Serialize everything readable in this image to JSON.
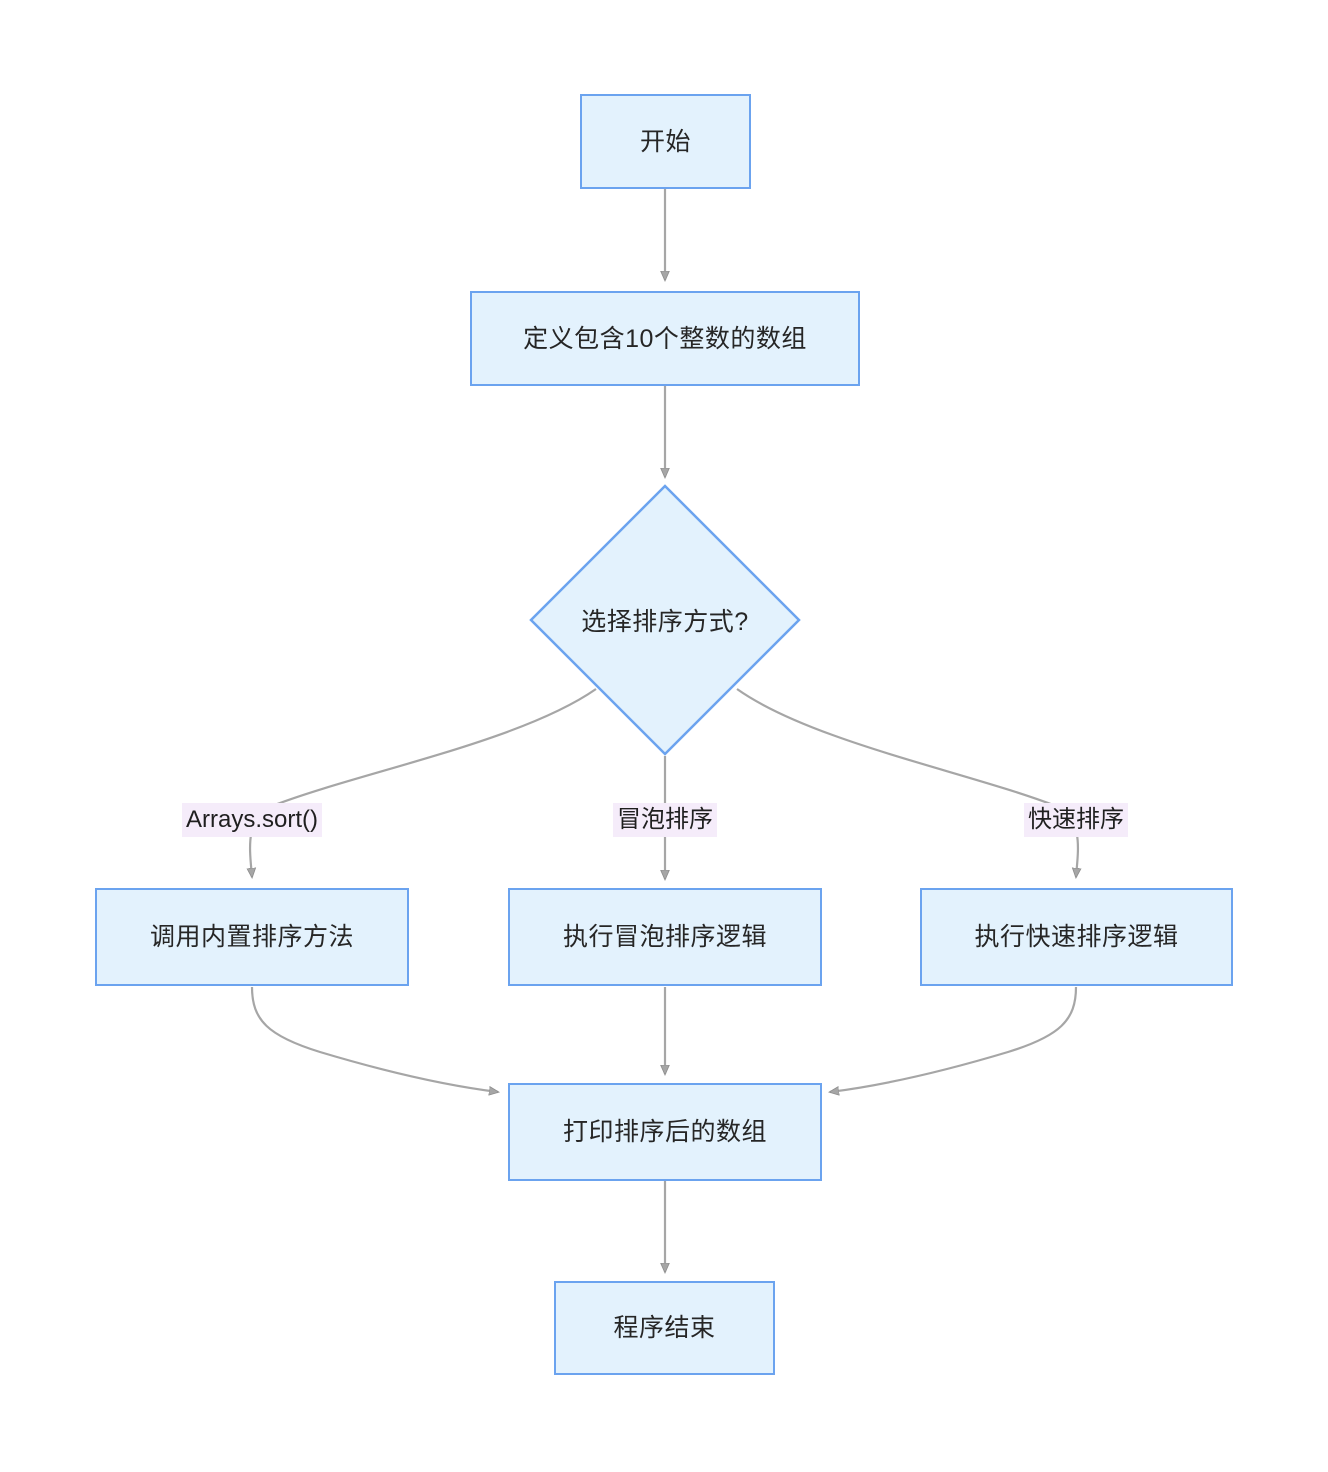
{
  "diagram": {
    "type": "flowchart",
    "direction": "top-down",
    "theme": {
      "node_fill": "#e3f2fd",
      "node_border": "#6ba3ef",
      "node_text": "#262626",
      "edge_stroke": "#999999",
      "edge_label_bg": "#f5ecfa",
      "background": "#ffffff"
    },
    "nodes": [
      {
        "id": "start",
        "shape": "rect",
        "label": "开始"
      },
      {
        "id": "define",
        "shape": "rect",
        "label": "定义包含10个整数的数组"
      },
      {
        "id": "choose",
        "shape": "diamond",
        "label": "选择排序方式?"
      },
      {
        "id": "builtin",
        "shape": "rect",
        "label": "调用内置排序方法"
      },
      {
        "id": "bubble",
        "shape": "rect",
        "label": "执行冒泡排序逻辑"
      },
      {
        "id": "quick",
        "shape": "rect",
        "label": "执行快速排序逻辑"
      },
      {
        "id": "print",
        "shape": "rect",
        "label": "打印排序后的数组"
      },
      {
        "id": "end",
        "shape": "rect",
        "label": "程序结束"
      }
    ],
    "edges": [
      {
        "from": "start",
        "to": "define",
        "label": ""
      },
      {
        "from": "define",
        "to": "choose",
        "label": ""
      },
      {
        "from": "choose",
        "to": "builtin",
        "label": "Arrays.sort()"
      },
      {
        "from": "choose",
        "to": "bubble",
        "label": "冒泡排序"
      },
      {
        "from": "choose",
        "to": "quick",
        "label": "快速排序"
      },
      {
        "from": "builtin",
        "to": "print",
        "label": ""
      },
      {
        "from": "bubble",
        "to": "print",
        "label": ""
      },
      {
        "from": "quick",
        "to": "print",
        "label": ""
      },
      {
        "from": "print",
        "to": "end",
        "label": ""
      }
    ],
    "edge_labels": {
      "arrays_sort": "Arrays.sort()",
      "bubble_sort": "冒泡排序",
      "quick_sort": "快速排序"
    }
  }
}
